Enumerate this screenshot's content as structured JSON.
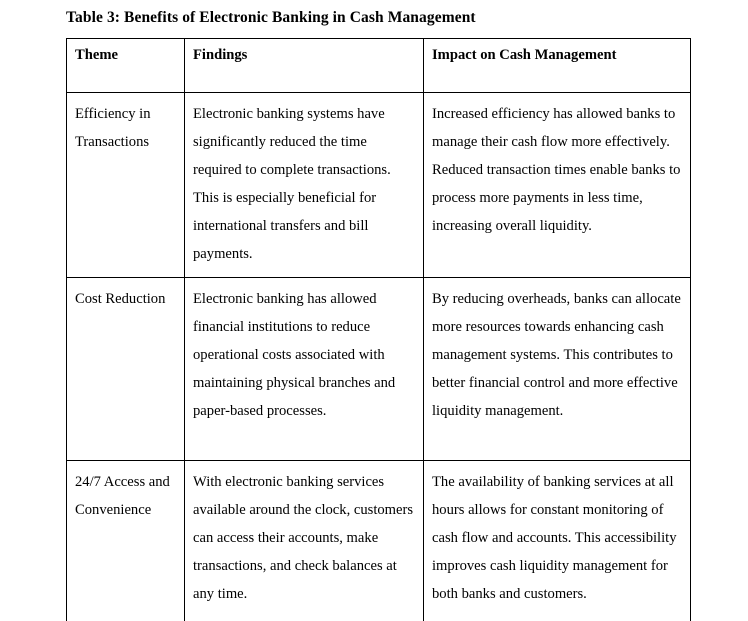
{
  "document": {
    "caption": "Table 3: Benefits of Electronic Banking in Cash Management",
    "background_color": "#ffffff",
    "text_color": "#000000",
    "border_color": "#000000"
  },
  "table": {
    "columns": [
      {
        "header": "Theme"
      },
      {
        "header": "Findings"
      },
      {
        "header": "Impact on Cash Management"
      }
    ],
    "rows": [
      {
        "theme": "Efficiency in Transactions",
        "findings": "Electronic banking systems have significantly reduced the time required to complete transactions. This is especially beneficial for international transfers and bill payments.",
        "impact": "Increased efficiency has allowed banks to manage their cash flow more effectively. Reduced transaction times enable banks to process more payments in less time, increasing overall liquidity."
      },
      {
        "theme": "Cost Reduction",
        "findings": "Electronic banking has allowed financial institutions to reduce operational costs associated with maintaining physical branches and paper-based processes.",
        "impact": "By reducing overheads, banks can allocate more resources towards enhancing cash management systems. This contributes to better financial control and more effective liquidity management."
      },
      {
        "theme": "24/7 Access and Convenience",
        "findings": "With electronic banking services available around the clock, customers can access their accounts, make transactions, and check balances at any time.",
        "impact": "The availability of banking services at all hours allows for constant monitoring of cash flow and accounts. This accessibility improves cash liquidity management for both banks and customers."
      }
    ]
  }
}
